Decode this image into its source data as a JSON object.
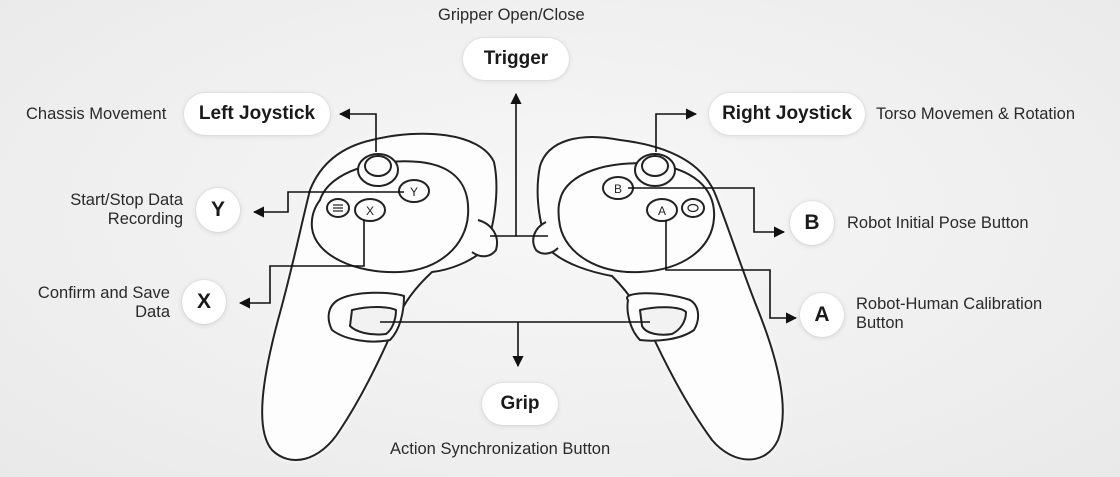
{
  "trigger": {
    "label": "Trigger",
    "description": "Gripper Open/Close"
  },
  "left_joystick": {
    "label": "Left Joystick",
    "description": "Chassis Movement"
  },
  "right_joystick": {
    "label": "Right Joystick",
    "description": "Torso Movemen & Rotation"
  },
  "y_button": {
    "label": "Y",
    "description_line1": "Start/Stop Data",
    "description_line2": "Recording"
  },
  "x_button": {
    "label": "X",
    "description_line1": "Confirm and Save",
    "description_line2": "Data"
  },
  "b_button": {
    "label": "B",
    "description": "Robot Initial Pose Button"
  },
  "a_button": {
    "label": "A",
    "description_line1": "Robot-Human Calibration",
    "description_line2": "Button"
  },
  "grip": {
    "label": "Grip",
    "description": "Action Synchronization Button"
  },
  "controller_glyphs": {
    "y": "Y",
    "x": "X",
    "b": "B",
    "a": "A"
  }
}
